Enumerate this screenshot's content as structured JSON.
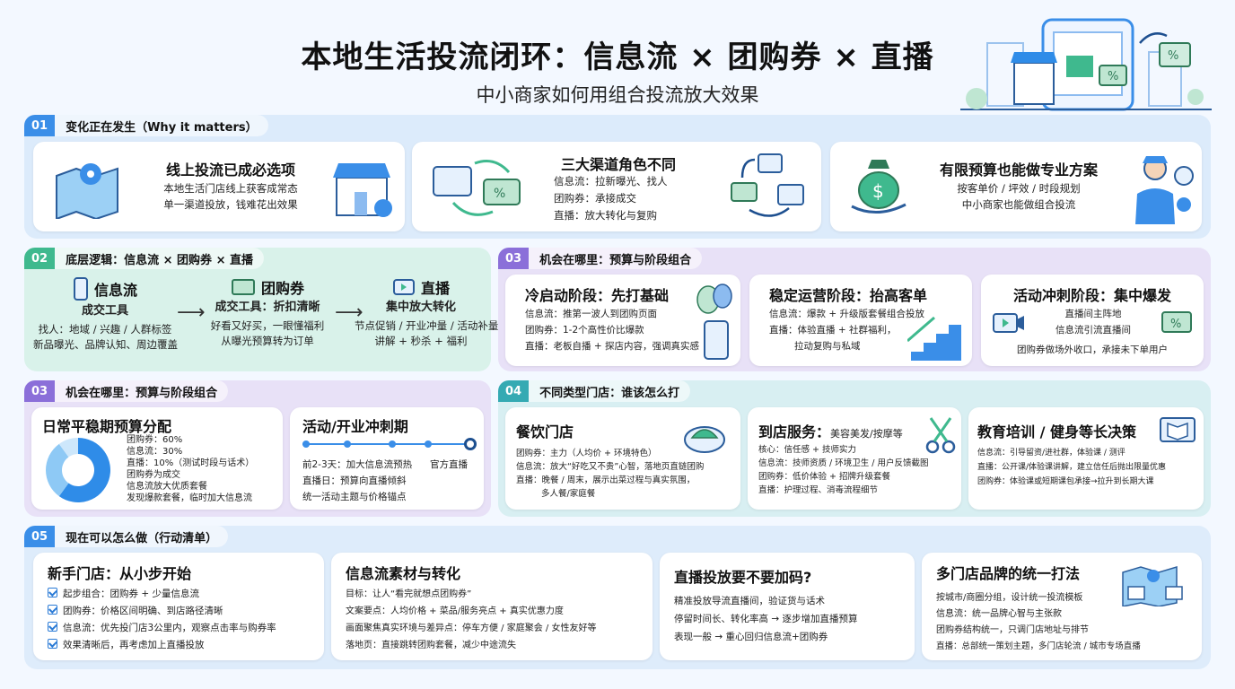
{
  "header": {
    "title": "本地生活投流闭环：信息流 × 团购券 × 直播",
    "subtitle": "中小商家如何用组合投流放大效果"
  },
  "s1": {
    "num": "01",
    "label": "变化正在发生（Why it matters）",
    "cards": [
      {
        "title": "线上投流已成必选项",
        "lines": [
          "本地生活门店线上获客成常态",
          "单一渠道投放，钱难花出效果"
        ]
      },
      {
        "title": "三大渠道角色不同",
        "lines": [
          "信息流：拉新曝光、找人",
          "团购券：承接成交",
          "直播：放大转化与复购"
        ]
      },
      {
        "title": "有限预算也能做专业方案",
        "lines": [
          "按客单价 / 坪效 / 时段规划",
          "中小商家也能做组合投流"
        ]
      }
    ]
  },
  "s2": {
    "num": "02",
    "label": "底层逻辑：信息流 × 团购券 × 直播",
    "cols": [
      {
        "name": "信息流",
        "sub": "成交工具",
        "lines": [
          "找人：地域 / 兴趣 / 人群标签",
          "新品曝光、品牌认知、周边覆盖"
        ]
      },
      {
        "name": "团购券",
        "sub": "成交工具：折扣清晰",
        "lines": [
          "好看又好买，一眼懂福利",
          "从曝光预算转为订单"
        ]
      },
      {
        "name": "直播",
        "sub": "集中放大转化",
        "lines": [
          "节点促销 / 开业冲量 / 活动补量",
          "讲解 + 秒杀 + 福利"
        ]
      }
    ],
    "arrow": "⟶"
  },
  "s3": {
    "num": "03",
    "label": "机会在哪里：预算与阶段组合",
    "cards": [
      {
        "title": "冷启动阶段：先打基础",
        "lines": [
          "信息流：推第一波人到团购页面",
          "团购券：1-2个高性价比爆款",
          "直播：老板自播 + 探店内容，强调真实感"
        ]
      },
      {
        "title": "稳定运营阶段：抬高客单",
        "lines": [
          "信息流：爆款 + 升级版套餐组合投放",
          "直播：体验直播 + 社群福利，",
          "拉动复购与私域"
        ]
      },
      {
        "title": "活动冲刺阶段：集中爆发",
        "lines": [
          "直播间主阵地",
          "信息流引流直播间",
          "团购券做场外收口，承接未下单用户"
        ]
      }
    ]
  },
  "s3b": {
    "num": "03",
    "label": "机会在哪里：预算与阶段组合",
    "budget": {
      "title": "日常平稳期预算分配",
      "lines": [
        "团购券：60%",
        "信息流：30%",
        "直播：10%（测试时段与话术）",
        "团购券为成交",
        "信息流放大优质套餐",
        "发现爆款套餐，临时加大信息流"
      ],
      "chart_data": {
        "type": "pie",
        "categories": [
          "团购券",
          "信息流",
          "直播"
        ],
        "values": [
          60,
          30,
          10
        ],
        "colors": [
          "#2f8ce8",
          "#8ec9f5",
          "#cde7fb"
        ]
      }
    },
    "event": {
      "title": "活动/开业冲刺期",
      "tag": "官方直播",
      "lines": [
        "前2-3天：加大信息流预热",
        "直播日：预算向直播倾斜",
        "统一活动主题与价格锚点"
      ]
    }
  },
  "s4": {
    "num": "04",
    "label": "不同类型门店：谁该怎么打",
    "cards": [
      {
        "title": "餐饮门店",
        "lines": [
          "团购券：主力（人均价 + 环境特色）",
          "信息流：放大“好吃又不贵”心智，落地页直链团购",
          "直播：晚餐 / 周末，展示出菜过程与真实氛围，",
          "多人餐/家庭餐"
        ]
      },
      {
        "title": "到店服务：",
        "title2": "美容美发/按摩等",
        "lines": [
          "核心：信任感 + 技师实力",
          "信息流：技师资质 / 环境卫生 / 用户反馈截图",
          "团购券：低价体验 + 招牌升级套餐",
          "直播：护理过程、消毒流程细节"
        ]
      },
      {
        "title": "教育培训 / 健身等长决策",
        "lines": [
          "信息流：引导留资/进社群，体验课 / 测评",
          "直播：公开课/体验课讲解，建立信任后抛出限量优惠",
          "团购券：体验课或短期课包承接→拉升到长期大课"
        ]
      }
    ]
  },
  "s5": {
    "num": "05",
    "label": "现在可以怎么做（行动清单）",
    "cards": [
      {
        "title": "新手门店：从小步开始",
        "lines": [
          "起步组合：团购券 + 少量信息流",
          "团购券：价格区间明确、到店路径清晰",
          "信息流：优先投门店3公里内，观察点击率与购券率",
          "效果清晰后，再考虑加上直播投放"
        ]
      },
      {
        "title": "信息流素材与转化",
        "lines": [
          "目标：让人“看完就想点团购券”",
          "文案要点：人均价格 + 菜品/服务亮点 + 真实优惠力度",
          "画面聚焦真实环境与差异点：停车方便 / 家庭聚会 / 女性友好等",
          "落地页：直接跳转团购套餐，减少中途流失"
        ]
      },
      {
        "title": "直播投放要不要加码?",
        "lines": [
          "精准投放导流直播间，验证货与话术",
          "停留时间长、转化率高 → 逐步增加直播预算",
          "表现一般 → 重心回归信息流+团购券"
        ]
      },
      {
        "title": "多门店品牌的统一打法",
        "lines": [
          "按城市/商圈分组，设计统一投流模板",
          "信息流：统一品牌心智与主张款",
          "团购券结构统一，只调门店地址与排节",
          "直播：总部统一策划主题，多门店轮流 / 城市专场直播"
        ]
      }
    ]
  },
  "colors": {
    "blue": "#3a8ee8",
    "green": "#3fb98e",
    "purple": "#8b6fd9",
    "teal": "#35aab3"
  }
}
